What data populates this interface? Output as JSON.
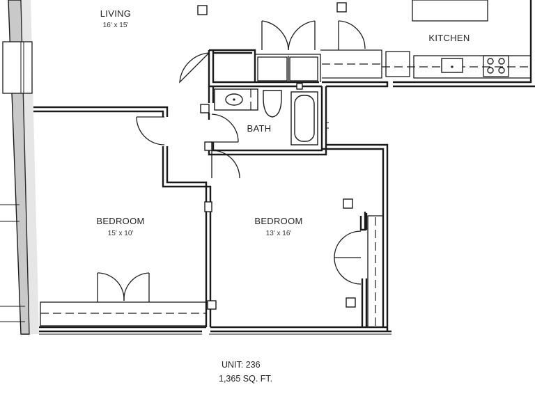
{
  "rooms": {
    "living": {
      "name": "LIVING",
      "dims": "16' x 15'"
    },
    "kitchen": {
      "name": "KITCHEN"
    },
    "bath": {
      "name": "BATH"
    },
    "bedroom_left": {
      "name": "BEDROOM",
      "dims": "15' x 10'"
    },
    "bedroom_right": {
      "name": "BEDROOM",
      "dims": "13' x 16'"
    }
  },
  "unit": {
    "number": "UNIT: 236",
    "area": "1,365 SQ. FT."
  }
}
